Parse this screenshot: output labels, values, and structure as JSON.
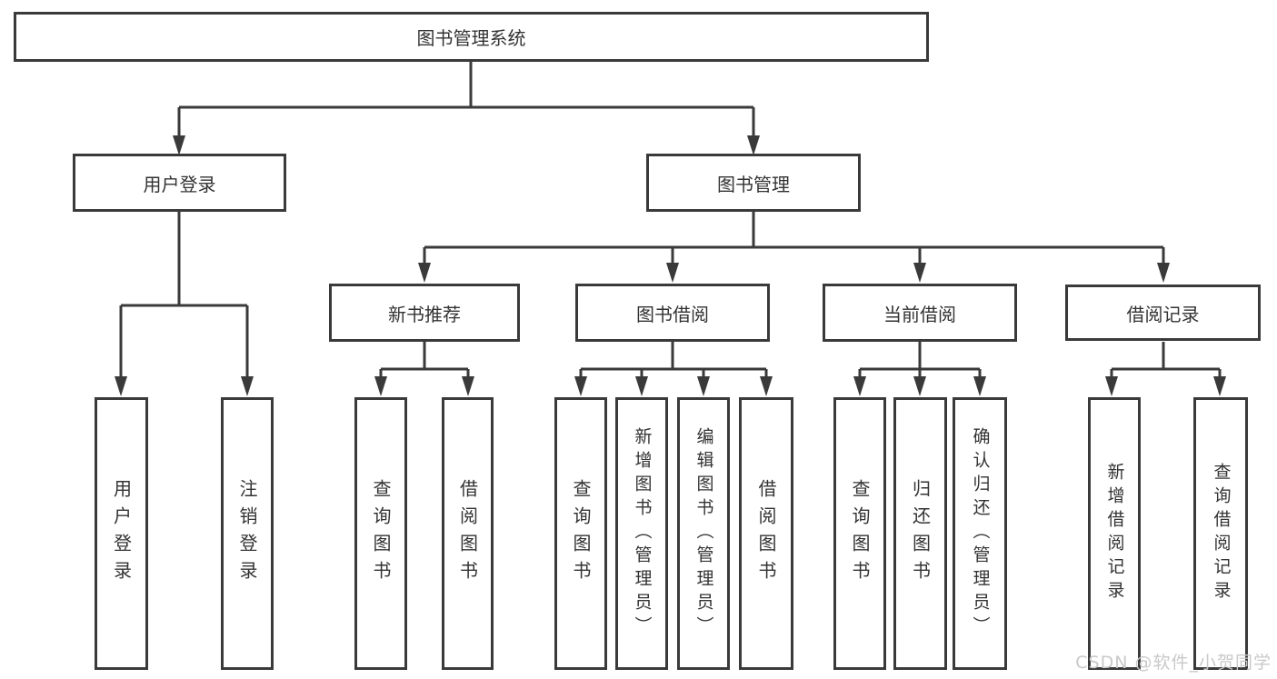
{
  "diagram_title": "图书管理系统",
  "tree": {
    "root": {
      "label": "图书管理系统"
    },
    "branches": [
      {
        "label": "用户登录",
        "children": [
          {
            "label": "用户登录"
          },
          {
            "label": "注销登录"
          }
        ]
      },
      {
        "label": "图书管理",
        "children": [
          {
            "label": "新书推荐",
            "children": [
              {
                "label": "查询图书"
              },
              {
                "label": "借阅图书"
              }
            ]
          },
          {
            "label": "图书借阅",
            "children": [
              {
                "label": "查询图书"
              },
              {
                "label": "新增图书（管理员）"
              },
              {
                "label": "编辑图书（管理员）"
              },
              {
                "label": "借阅图书"
              }
            ]
          },
          {
            "label": "当前借阅",
            "children": [
              {
                "label": "查询图书"
              },
              {
                "label": "归还图书"
              },
              {
                "label": "确认归还（管理员）"
              }
            ]
          },
          {
            "label": "借阅记录",
            "children": [
              {
                "label": "新增借阅记录"
              },
              {
                "label": "查询借阅记录"
              }
            ]
          }
        ]
      }
    ]
  },
  "watermark": {
    "text": "CSDN @软件_小贺同学"
  },
  "colors": {
    "line": "#3a3a3a",
    "text": "#333333",
    "watermark": "#c9c9c9",
    "background": "#ffffff"
  }
}
